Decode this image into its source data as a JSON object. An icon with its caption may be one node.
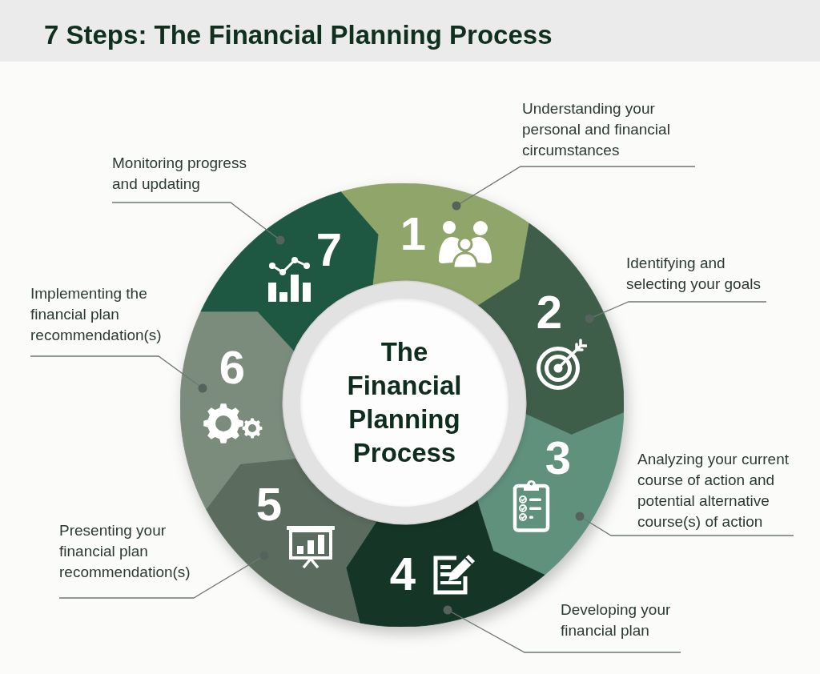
{
  "diagram": {
    "title": "7 Steps: The Financial Planning Process",
    "nodes": [
      {
        "text": [
          "The Financial Planning Process"
        ]
      },
      {
        "text": [
          "1"
        ]
      },
      {
        "text": [
          "2"
        ]
      },
      {
        "text": [
          "3"
        ]
      },
      {
        "text": [
          "4"
        ]
      },
      {
        "text": [
          "5"
        ]
      },
      {
        "text": [
          "6"
        ]
      },
      {
        "text": [
          "7"
        ]
      },
      {
        "text": [
          "Understanding your personal and financial circumstances"
        ]
      },
      {
        "text": [
          "Identifying and selecting your goals"
        ]
      },
      {
        "text": [
          "Analyzing your current course of action and potential alternative course(s) of action"
        ]
      },
      {
        "text": [
          "Developing your financial plan"
        ]
      },
      {
        "text": [
          "Presenting your financial plan recommendation(s)"
        ]
      },
      {
        "text": [
          "Implementing the financial plan recommendation(s)"
        ]
      },
      {
        "text": [
          "Monitoring progress and updating"
        ]
      }
    ],
    "edges": [
      {
        "from": 8,
        "to": 1,
        "arrow": "other"
      },
      {
        "from": 9,
        "to": 2,
        "arrow": "other"
      },
      {
        "from": 10,
        "to": 3,
        "arrow": "other"
      },
      {
        "from": 11,
        "to": 4,
        "arrow": "other"
      },
      {
        "from": 12,
        "to": 5,
        "arrow": "other"
      },
      {
        "from": 13,
        "to": 6,
        "arrow": "other"
      },
      {
        "from": 14,
        "to": 7,
        "arrow": "other"
      }
    ]
  }
}
